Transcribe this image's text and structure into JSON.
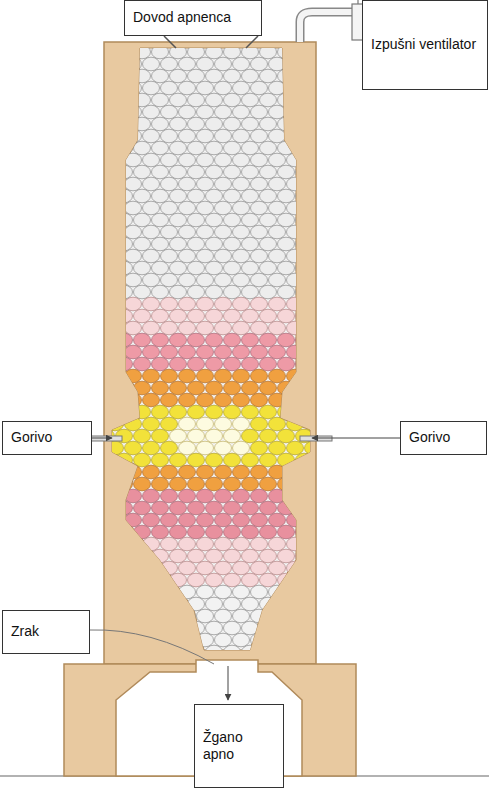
{
  "diagram": {
    "nodes": [
      {
        "text": [
          "Dovod apnenca"
        ]
      },
      {
        "text": [
          "Izpušni ventilator"
        ]
      },
      {
        "text": [
          "Gorivo"
        ]
      },
      {
        "text": [
          "Gorivo"
        ]
      },
      {
        "text": [
          "Zrak"
        ]
      },
      {
        "text": [
          "Žgano apno"
        ]
      }
    ],
    "edges": []
  }
}
